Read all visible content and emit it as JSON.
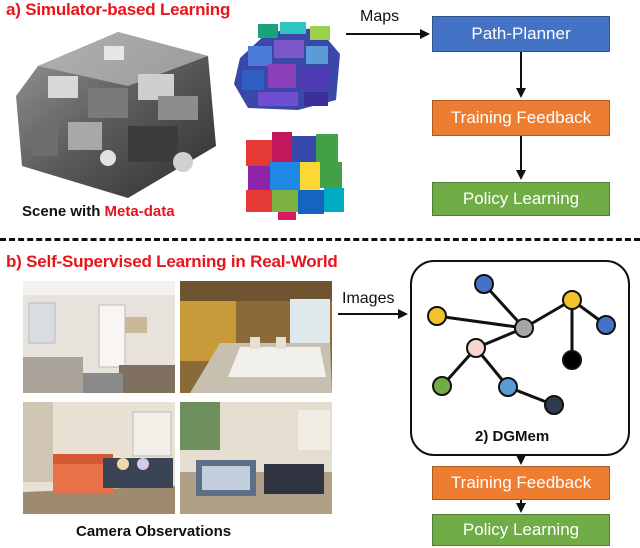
{
  "section_a": {
    "title": "a) Simulator-based Learning",
    "scene_caption_prefix": "Scene with ",
    "scene_caption_highlight": "Meta-data",
    "maps_label": "Maps",
    "boxes": {
      "path_planner": "Path-Planner",
      "training_feedback": "Training Feedback",
      "policy_learning": "Policy Learning"
    }
  },
  "section_b": {
    "title": "b) Self-Supervised Learning in Real-World",
    "images_label": "Images",
    "camera_caption": "Camera Observations",
    "dgmem_label": "2) DGMem",
    "boxes": {
      "training_feedback": "Training Feedback",
      "policy_learning": "Policy Learning"
    }
  },
  "colors": {
    "title_red": "#e8141b",
    "path_planner_blue": "#4472c4",
    "training_feedback_orange": "#ed7d31",
    "policy_learning_green": "#70ad47"
  },
  "graph_nodes": [
    {
      "id": "n1",
      "color": "#4472c4"
    },
    {
      "id": "n2",
      "color": "#f2c12e"
    },
    {
      "id": "n3",
      "color": "#a6a6a6"
    },
    {
      "id": "n4",
      "color": "#f2c12e"
    },
    {
      "id": "n5",
      "color": "#4472c4"
    },
    {
      "id": "n6",
      "color": "#f4d7d0"
    },
    {
      "id": "n7",
      "color": "#000000"
    },
    {
      "id": "n8",
      "color": "#70ad47"
    },
    {
      "id": "n9",
      "color": "#5b9bd5"
    },
    {
      "id": "n10",
      "color": "#2f3b4c"
    }
  ]
}
